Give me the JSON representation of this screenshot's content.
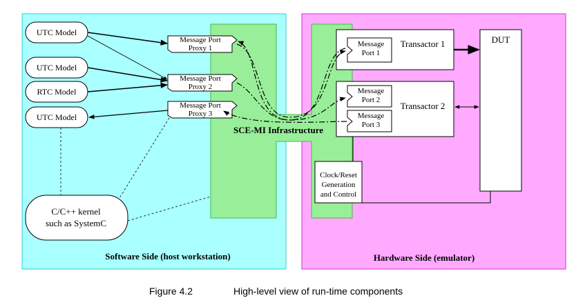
{
  "regions": {
    "software_label": "Software Side (host workstation)",
    "hardware_label": "Hardware Side (emulator)",
    "infrastructure_label": "SCE-MI Infrastructure"
  },
  "models": [
    "UTC Model",
    "UTC Model",
    "RTC Model",
    "UTC Model"
  ],
  "proxies": [
    [
      "Message Port",
      "Proxy 1"
    ],
    [
      "Message Port",
      "Proxy 2"
    ],
    [
      "Message Port",
      "Proxy 3"
    ]
  ],
  "kernel": [
    "C/C++ kernel",
    "such as SystemC"
  ],
  "transactors": [
    "Transactor 1",
    "Transactor 2"
  ],
  "ports": [
    [
      "Message",
      "Port 1"
    ],
    [
      "Message",
      "Port 2"
    ],
    [
      "Message",
      "Port 3"
    ]
  ],
  "clock_reset": [
    "Clock/Reset",
    "Generation",
    "and Control"
  ],
  "dut": "DUT",
  "caption": {
    "number": "Figure 4.2",
    "text": "High-level view of run-time components"
  },
  "colors": {
    "software_fill": "#aaffff",
    "software_stroke": "#33cccc",
    "hardware_fill": "#ffaaff",
    "hardware_stroke": "#cc33cc",
    "infrastructure_fill": "#99ee99",
    "infrastructure_stroke": "#44bb44"
  }
}
